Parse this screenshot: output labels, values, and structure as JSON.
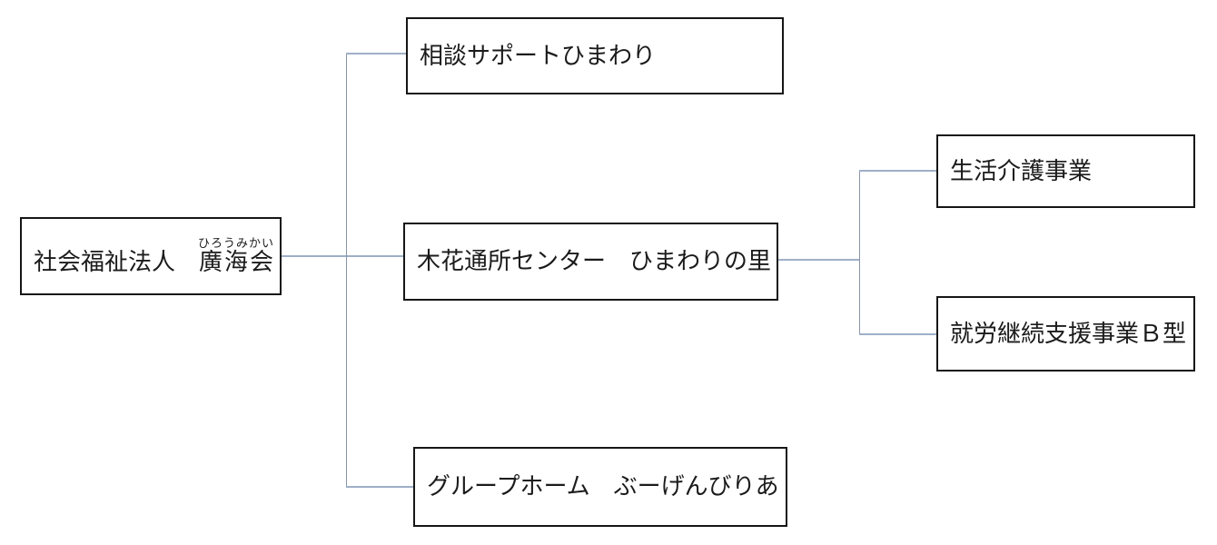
{
  "diagram": {
    "type": "org-chart",
    "root": {
      "label_main": "社会福祉法人　",
      "ruby_base": "廣海会",
      "ruby_text": "ひろうみかい"
    },
    "branches": [
      {
        "label": "相談サポートひまわり",
        "children": []
      },
      {
        "label": "木花通所センター　ひまわりの里",
        "children": [
          {
            "label": "生活介護事業"
          },
          {
            "label": "就労継続支援事業Ｂ型"
          }
        ]
      },
      {
        "label": "グループホーム　ぶーげんびりあ",
        "children": []
      }
    ]
  },
  "colors": {
    "connector": "#9fafc8",
    "box_border": "#161616",
    "box_background": "#ffffff",
    "text": "#1b1b1b",
    "page_background": "#ffffff"
  }
}
